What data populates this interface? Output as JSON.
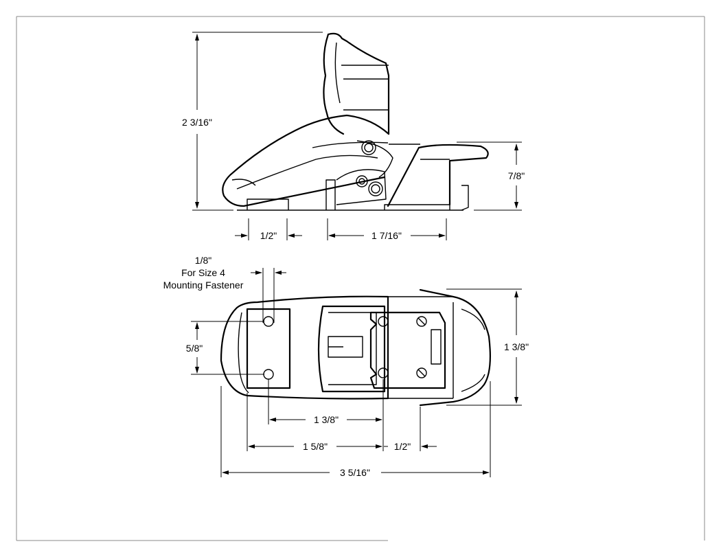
{
  "side_view": {
    "height_overall": "2 3/16\"",
    "height_base": "7/8\"",
    "width_a": "1/2\"",
    "width_b": "1 7/16\""
  },
  "top_view": {
    "hole_diameter": "1/8\"",
    "fastener_line1": "For Size 4",
    "fastener_line2": "Mounting Fastener",
    "hole_spacing": "5/8\"",
    "width_overall": "1 3/8\"",
    "len_a": "1 3/8\"",
    "len_b": "1 5/8\"",
    "len_c": "1/2\"",
    "len_overall": "3 5/16\""
  }
}
